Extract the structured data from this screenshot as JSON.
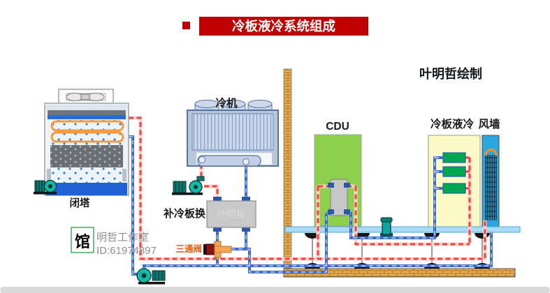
{
  "title": {
    "text": "冷板液冷系统组成"
  },
  "credit": "叶明哲绘制",
  "labels": {
    "tower": "闭塔",
    "chiller": "冷机",
    "hx": "补冷板换",
    "hx_watermark": "叶明哲",
    "valve": "三通阀",
    "cdu": "CDU",
    "cold_plate": "冷板液冷",
    "air_wall": "风墙"
  },
  "watermark": {
    "stamp": "馆",
    "studio": "明哲工作室",
    "id": "ID:61974897"
  },
  "colors": {
    "banner": "#c00000",
    "banner_text": "#ffffff",
    "hot_pipe": "#f4403a",
    "cold_pipe": "#3e6cc8",
    "cdu_box": "#8ed04c",
    "cold_plate_box": "#fbf9c6",
    "plate_green": "#00a651",
    "air_wall_box": "#2aa7e0",
    "floor": "#a8dcf5",
    "brick": "#e9a94e",
    "coil_orange": "#f59a3d",
    "basin_blue": "#1f62d6",
    "valve_label": "#e8590c",
    "pump_teal": "#14b8a6",
    "credit_text": "#14161d"
  }
}
